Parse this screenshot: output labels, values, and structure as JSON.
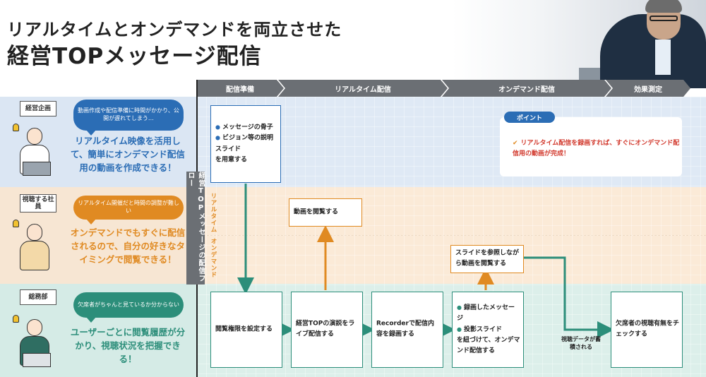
{
  "title": {
    "line1": "リアルタイムとオンデマンドを両立させた",
    "line2": "経営TOPメッセージ配信"
  },
  "roles": [
    {
      "label": "経営企画",
      "bubble": "動画作成や配信準備に時間がかかり、公開が遅れてしまう…",
      "message": "リアルタイム映像を活用して、簡単にオンデマンド配信用の動画を作成できる！",
      "color": "#2b6db5"
    },
    {
      "label": "視聴する社員",
      "bubble": "リアルタイム開催だと時間の調整が難しい",
      "message": "オンデマンドでもすぐに配信されるので、自分の好きなタイミングで閲覧できる！",
      "color": "#e08a22"
    },
    {
      "label": "総務部",
      "bubble": "欠席者がちゃんと見ているか分からない",
      "message": "ユーザーごとに閲覧履歴が分かり、視聴状況を把握できる！",
      "color": "#2c8e7a"
    }
  ],
  "phases": [
    "配信準備",
    "リアルタイム配信",
    "オンデマンド配信",
    "効果測定"
  ],
  "flow_label": "経営TOPメッセージの配信フロー",
  "lanes": {
    "realtime": "リアルタイム",
    "ondemand": "オンデマンド"
  },
  "boxes": {
    "prep": {
      "items": [
        "メッセージの骨子",
        "ビジョン等の説明スライド"
      ],
      "tail": "を用意する"
    },
    "view_rt": "動画を閲覧する",
    "view_od": "スライドを参照しながら動画を閲覧する",
    "perm": "閲覧権限を設定する",
    "live": "経営TOPの演説をライブ配信する",
    "record": "Recorderで配信内容を録画する",
    "od_dist": {
      "items": [
        "録画したメッセージ",
        "投影スライド"
      ],
      "tail": "を紐づけて、オンデマンド配信する"
    },
    "check": "欠席者の視聴有無をチェックする"
  },
  "note_stored": "視聴データが蓄積される",
  "point": {
    "tag": "ポイント",
    "text": "リアルタイム配信を録画すれば、すぐにオンデマンド配信用の動画が完成！"
  },
  "colors": {
    "blue": "#2b6db5",
    "orange": "#e08a22",
    "teal": "#2c8e7a",
    "phase": "#6b6f74"
  }
}
